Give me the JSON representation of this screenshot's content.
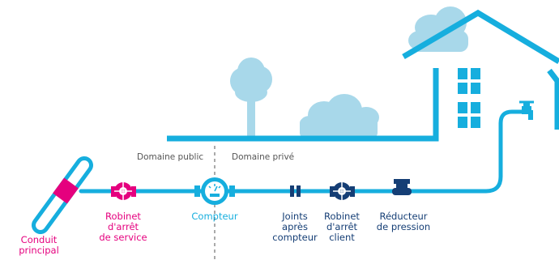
{
  "colors": {
    "pipe": "#16aede",
    "light_blue": "#a8d8ea",
    "magenta": "#e5007e",
    "navy": "#153e75",
    "zone_text": "#555555"
  },
  "zones": {
    "public": "Domaine public",
    "private": "Domaine privé"
  },
  "components": [
    {
      "id": "conduit",
      "label": "Conduit\nprincipal",
      "icon": "main-pipe-icon",
      "color": "#e5007e"
    },
    {
      "id": "robinet-service",
      "label": "Robinet\nd'arrêt\nde service",
      "icon": "valve-wheel-icon",
      "color": "#e5007e"
    },
    {
      "id": "compteur",
      "label": "Compteur",
      "icon": "water-meter-icon",
      "color": "#16aede"
    },
    {
      "id": "joints",
      "label": "Joints\naprès\ncompteur",
      "icon": "joint-fitting-icon",
      "color": "#153e75"
    },
    {
      "id": "robinet-client",
      "label": "Robinet\nd'arrêt\nclient",
      "icon": "valve-wheel-icon",
      "color": "#153e75"
    },
    {
      "id": "reducteur",
      "label": "Réducteur\nde pression",
      "icon": "pressure-reducer-icon",
      "color": "#153e75"
    }
  ]
}
